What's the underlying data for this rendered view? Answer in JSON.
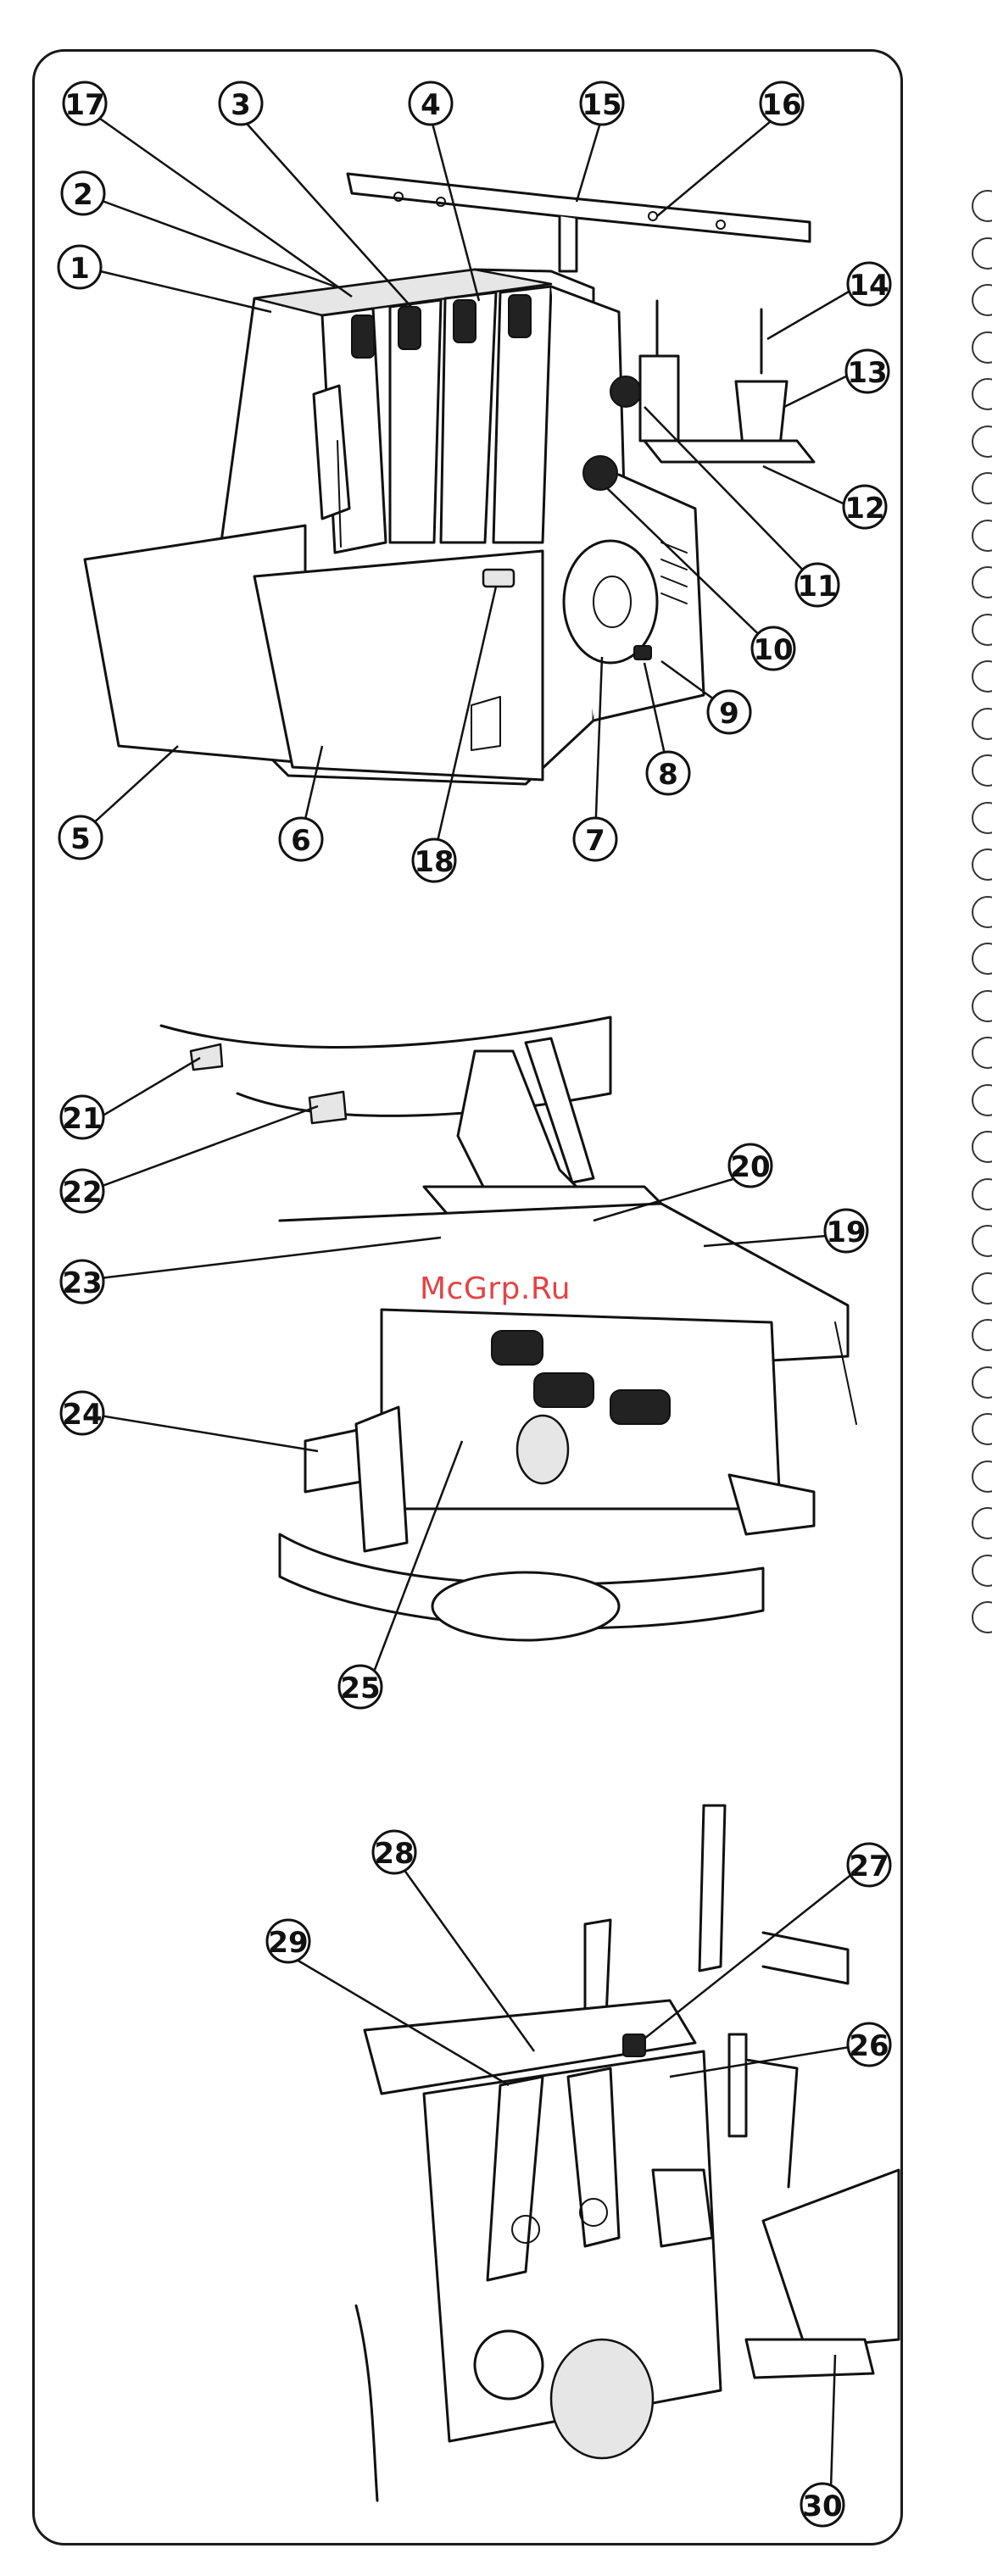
{
  "figure1": {
    "labels": [
      "17",
      "3",
      "4",
      "15",
      "16",
      "2",
      "1",
      "14",
      "13",
      "12",
      "11",
      "10",
      "9",
      "8",
      "7",
      "18",
      "6",
      "5"
    ]
  },
  "figure2": {
    "labels": [
      "21",
      "22",
      "20",
      "23",
      "19",
      "24",
      "25"
    ]
  },
  "figure3": {
    "labels": [
      "28",
      "27",
      "29",
      "26",
      "30"
    ]
  },
  "watermark": "McGrp.Ru",
  "binding_holes": 31
}
